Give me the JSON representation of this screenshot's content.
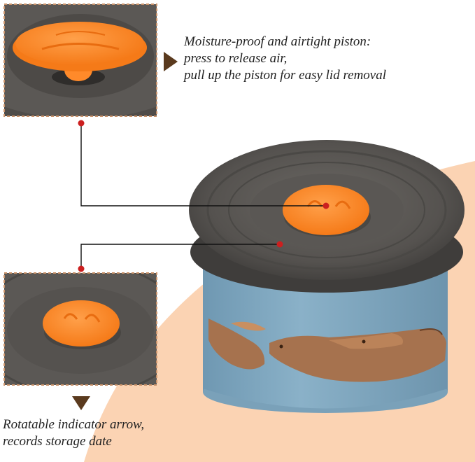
{
  "top_callout": {
    "lines": [
      "Moisture-proof and airtight piston:",
      "press to release air,",
      "pull up the piston for easy lid removal"
    ]
  },
  "bottom_callout": {
    "lines": [
      "Rotatable indicator arrow,",
      "records storage date"
    ]
  },
  "colors": {
    "background_peach": "#fbd3b3",
    "lid_gray": "#5f5c58",
    "piston_orange": "#ff8a2a",
    "container_blue": "#82aac2",
    "capybara_brown": "#a6724e",
    "callout_arrow": "#5a3a1e",
    "leader_dot": "#cc1f1f"
  },
  "icons": [
    "triangle-right-icon",
    "triangle-down-icon"
  ]
}
